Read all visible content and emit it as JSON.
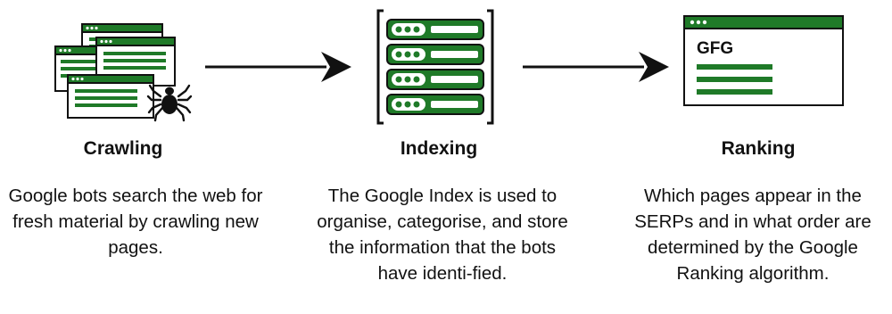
{
  "colors": {
    "green": "#1f7a28",
    "dark_green": "#146b1d",
    "stroke": "#111111",
    "background": "#ffffff"
  },
  "steps": [
    {
      "icon": "web-pages-with-spider-icon",
      "title": "Crawling",
      "description": "Google bots search the web for fresh material by crawling new pages."
    },
    {
      "icon": "index-server-stack-icon",
      "title": "Indexing",
      "description": "The Google Index is used to organise, categorise, and store the information that the bots have identi-fied."
    },
    {
      "icon": "search-results-page-icon",
      "title": "Ranking",
      "description": "Which pages appear in the SERPs and in what order are determined by the Google Ranking algorithm."
    }
  ],
  "serp_logo_text": "GFG",
  "arrows": [
    "arrow-right-icon",
    "arrow-right-icon"
  ]
}
